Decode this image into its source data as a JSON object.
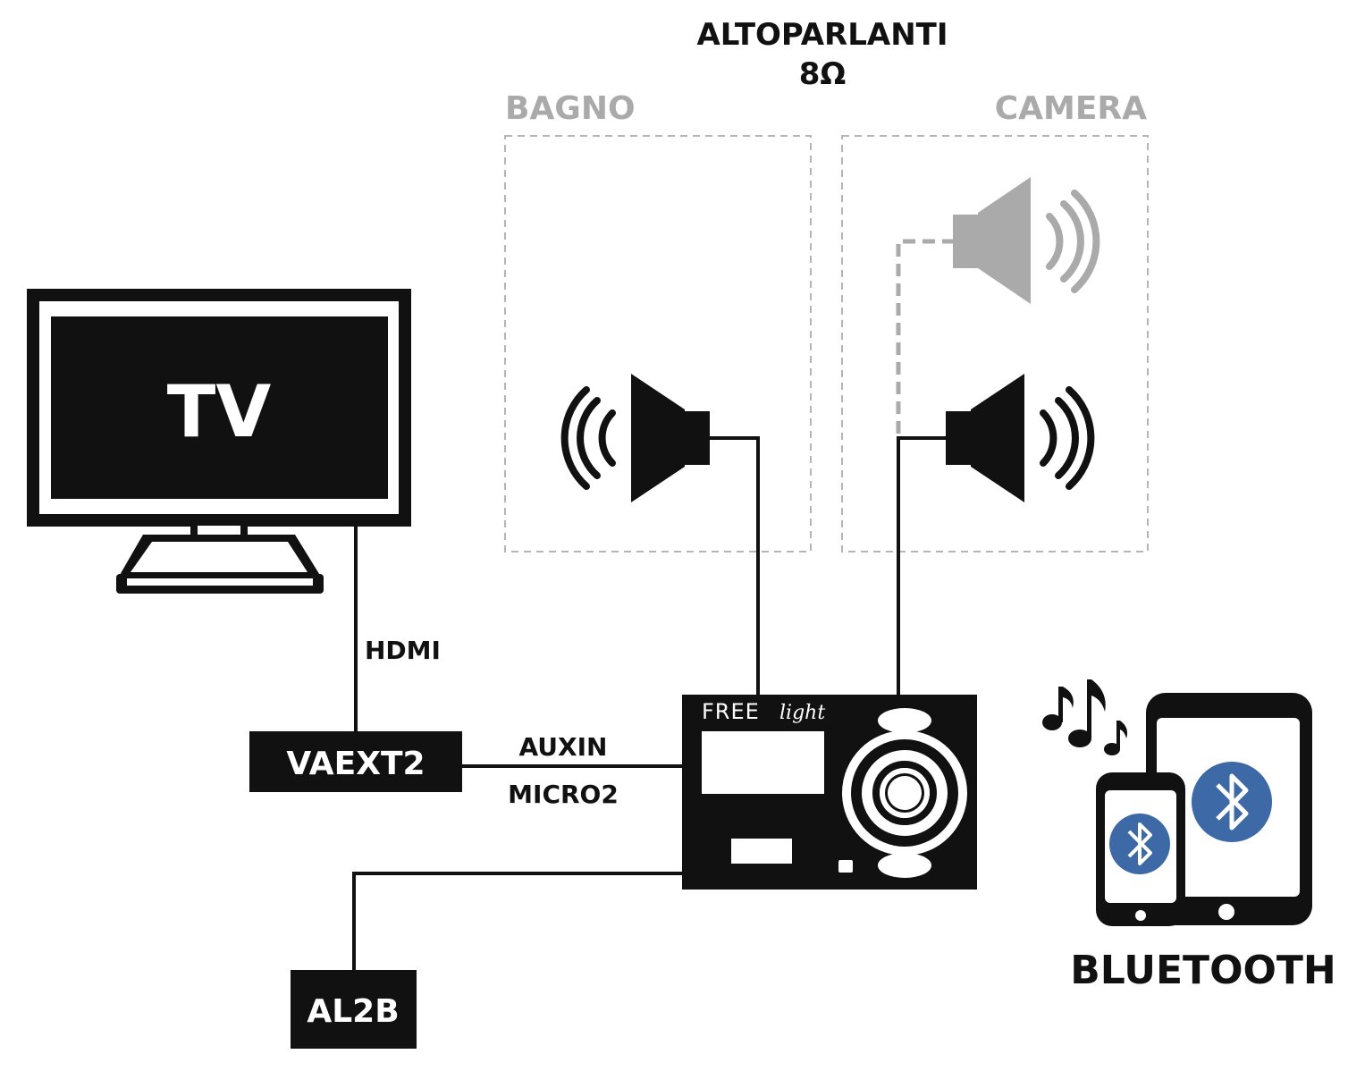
{
  "header": {
    "title_line1": "ALTOPARLANTI",
    "title_line2": "8Ω"
  },
  "rooms": {
    "left": "BAGNO",
    "right": "CAMERA"
  },
  "tv": {
    "label": "TV"
  },
  "cables": {
    "hdmi": "HDMI",
    "auxin": "AUXIN",
    "micro2": "MICRO2"
  },
  "modules": {
    "vaext2": "VAEXT2",
    "al2b": "AL2B"
  },
  "device": {
    "brand": "FREE",
    "brand_suffix": "light"
  },
  "bluetooth": {
    "label": "BLUETOOTH"
  },
  "colors": {
    "black": "#111111",
    "gray": "#aaaaaa",
    "bluetooth_blue": "#3d6aa6"
  }
}
